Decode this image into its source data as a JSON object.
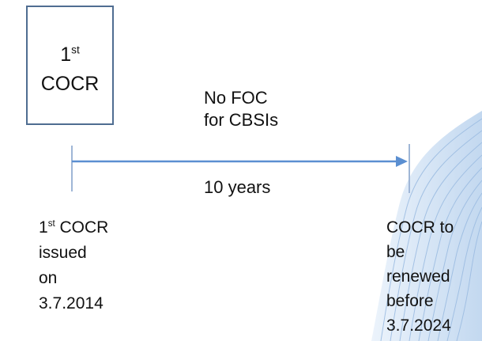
{
  "start_box": {
    "line1_text": "1",
    "line1_sup": "st",
    "line2_text": "COCR"
  },
  "arrow_top_label": {
    "line1": "No FOC",
    "line2": "for CBSIs"
  },
  "arrow_bottom_label": "10 years",
  "start_caption": {
    "line1_text": "1",
    "line1_sup": "st",
    "line1_rest": " COCR",
    "line2": "issued",
    "line3": "on",
    "line4": "3.7.2014"
  },
  "end_caption": {
    "line1": "COCR to",
    "line2": "be",
    "line3": "renewed",
    "line4": "before",
    "line5": "3.7.2024"
  },
  "colors": {
    "box_border": "#4f6d91",
    "arrow": "#5b8fd1",
    "tick": "#9fb6d6",
    "decoration": "#cfe0f3"
  }
}
